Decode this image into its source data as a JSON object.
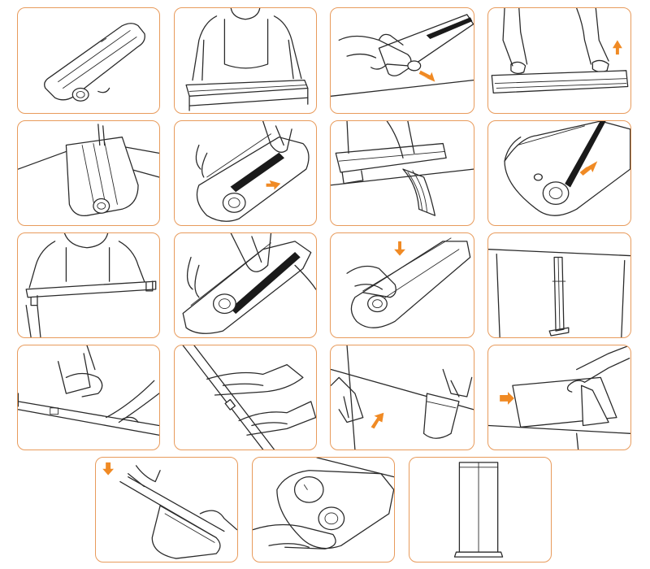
{
  "diagram": {
    "colors": {
      "panel_border": "#e89b5c",
      "arrow": "#f08a24",
      "line": "#2a2a2a"
    },
    "steps": [
      {
        "id": 1,
        "icon": "closed-banner-base-icon"
      },
      {
        "id": 2,
        "icon": "person-holding-bar-icon"
      },
      {
        "id": 3,
        "icon": "hand-pressing-button-icon",
        "arrow": "down-right"
      },
      {
        "id": 4,
        "icon": "hands-lifting-base-icon",
        "arrow": "up"
      },
      {
        "id": 5,
        "icon": "base-with-rollers-icon"
      },
      {
        "id": 6,
        "icon": "hand-inserting-graphic-icon",
        "arrow": "right"
      },
      {
        "id": 7,
        "icon": "graphic-peeled-from-base-icon"
      },
      {
        "id": 8,
        "icon": "graphic-feeding-into-base-icon",
        "arrow": "down-left"
      },
      {
        "id": 9,
        "icon": "person-pulling-bar-icon"
      },
      {
        "id": 10,
        "icon": "hand-releasing-clip-icon"
      },
      {
        "id": 11,
        "icon": "hand-pressing-clip-icon",
        "arrow": "down"
      },
      {
        "id": 12,
        "icon": "pole-assembled-icon"
      },
      {
        "id": 13,
        "icon": "hand-on-top-rail-icon"
      },
      {
        "id": 14,
        "icon": "hands-on-rail-icon"
      },
      {
        "id": 15,
        "icon": "hands-sliding-graphic-icon",
        "arrow": "up-right"
      },
      {
        "id": 16,
        "icon": "hand-flattening-graphic-icon",
        "arrow": "right"
      },
      {
        "id": 17,
        "icon": "hand-attaching-rail-icon",
        "arrow": "down"
      },
      {
        "id": 18,
        "icon": "hand-locking-base-icon"
      },
      {
        "id": 19,
        "icon": "standing-banner-icon"
      }
    ]
  }
}
